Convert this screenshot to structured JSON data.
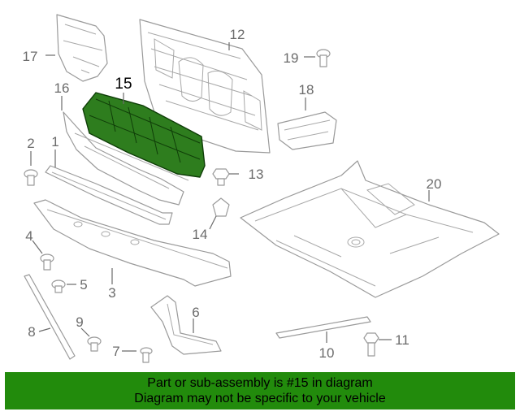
{
  "diagram": {
    "highlighted_callout": "15",
    "highlight_color": "#2e7d1e",
    "callouts": {
      "c1": "1",
      "c2": "2",
      "c3": "3",
      "c4": "4",
      "c5": "5",
      "c6": "6",
      "c7": "7",
      "c8": "8",
      "c9": "9",
      "c10": "10",
      "c11": "11",
      "c12": "12",
      "c13": "13",
      "c14": "14",
      "c15": "15",
      "c16": "16",
      "c17": "17",
      "c18": "18",
      "c19": "19",
      "c20": "20"
    }
  },
  "banner": {
    "line1": "Part or sub-assembly is #15 in diagram",
    "line2": "Diagram may not be specific to your vehicle",
    "background": "#228b0c",
    "text_color": "#000000"
  }
}
